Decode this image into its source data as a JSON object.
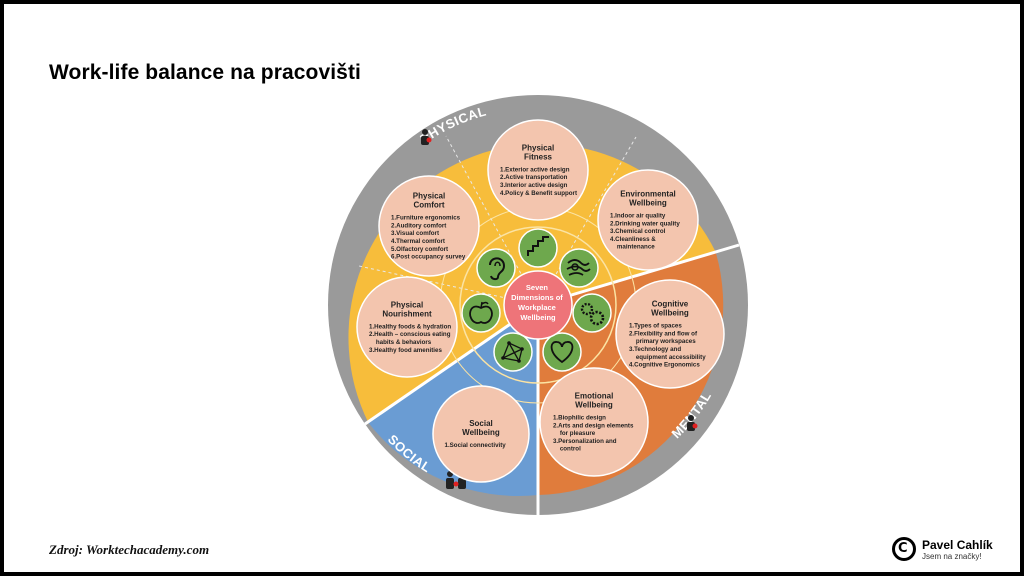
{
  "title": "Work-life balance na pracovišti",
  "source": "Zdroj: Worktechacademy.com",
  "brand": {
    "name": "Pavel Cahlík",
    "tagline": "Jsem na značky!",
    "logo_glyph": "C"
  },
  "colors": {
    "physical": "#F7BD3B",
    "mental": "#E07C3C",
    "social": "#6A9CD3",
    "ring": "#9A9A9A",
    "bubble": "#F3C5AE",
    "icon_circle": "#6EA84D",
    "center": "#EE7479"
  },
  "segments": {
    "physical": "PHYSICAL",
    "mental": "MENTAL",
    "social": "SOCIAL"
  },
  "center": {
    "lines": [
      "Seven",
      "Dimensions of",
      "Workplace",
      "Wellbeing"
    ]
  },
  "dimensions": [
    {
      "title": [
        "Physical",
        "Fitness"
      ],
      "items": [
        "1.Exterior active design",
        "2.Active transportation",
        "3.Interior active design",
        "4.Policy & Benefit support"
      ],
      "icon": "stairs-icon"
    },
    {
      "title": [
        "Environmental",
        "Wellbeing"
      ],
      "items": [
        "1.Indoor air quality",
        "2.Drinking water quality",
        "3.Chemical control",
        "4.Cleanliness &",
        "   maintenance"
      ],
      "icon": "air-flow-icon"
    },
    {
      "title": [
        "Cognitive",
        "Wellbeing"
      ],
      "items": [
        "1.Types of spaces",
        "2.Flexibility and flow of",
        "   primary workspaces",
        "3.Technology and",
        "   equipment accessibility",
        "4.Cognitive Ergonomics"
      ],
      "icon": "gears-icon"
    },
    {
      "title": [
        "Emotional",
        "Wellbeing"
      ],
      "items": [
        "1.Biophilic design",
        "2.Arts and design elements",
        "   for pleasure",
        "3.Personalization and",
        "   control"
      ],
      "icon": "heart-icon"
    },
    {
      "title": [
        "Social",
        "Wellbeing"
      ],
      "items": [
        "1.Social connectivity"
      ],
      "icon": "network-icon"
    },
    {
      "title": [
        "Physical",
        "Nourishment"
      ],
      "items": [
        "1.Healthy foods & hydration",
        "2.Health – conscious eating",
        "   habits & behaviors",
        "3.Healthy food amenities"
      ],
      "icon": "apple-icon"
    },
    {
      "title": [
        "Physical",
        "Comfort"
      ],
      "items": [
        "1.Furniture ergonomics",
        "2.Auditory comfort",
        "3.Visual comfort",
        "4.Thermal comfort",
        "5.Olfactory comfort",
        "6.Post occupancy survey"
      ],
      "icon": "ear-icon"
    }
  ]
}
